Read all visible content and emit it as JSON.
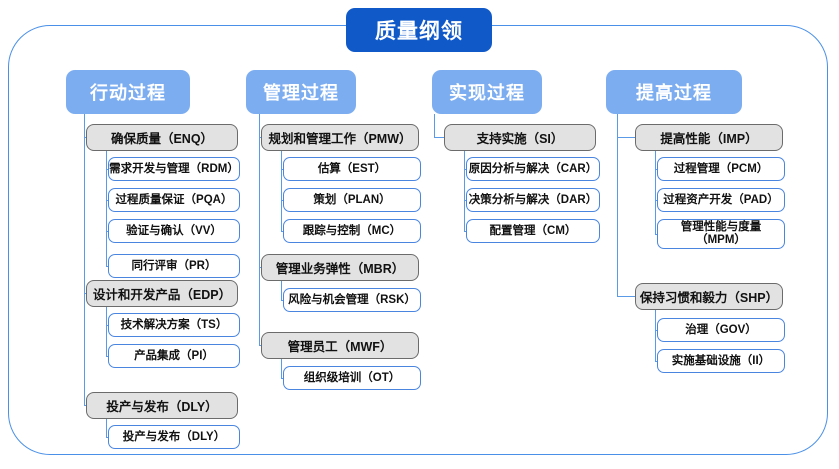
{
  "diagram": {
    "title": "质量纲领",
    "colors": {
      "title_bg": "#1059c8",
      "header_bg": "#7cadf0",
      "group_bg": "#e2e2e2",
      "group_border": "#6b6b6b",
      "leaf_border": "#4a86e0",
      "frame_border": "#4a90e8",
      "connector": "#5a9ae6"
    },
    "columns": [
      {
        "header": "行动过程",
        "groups": [
          {
            "label": "确保质量（ENQ）",
            "children": [
              "需求开发与管理（RDM）",
              "过程质量保证（PQA）",
              "验证与确认（VV）",
              "同行评审（PR）"
            ]
          },
          {
            "label": "设计和开发产品（EDP）",
            "children": [
              "技术解决方案（TS）",
              "产品集成（PI）"
            ]
          },
          {
            "label": "投产与发布（DLY）",
            "children": [
              "投产与发布（DLY）"
            ]
          }
        ]
      },
      {
        "header": "管理过程",
        "groups": [
          {
            "label": "规划和管理工作（PMW）",
            "children": [
              "估算（EST）",
              "策划（PLAN）",
              "跟踪与控制（MC）"
            ]
          },
          {
            "label": "管理业务弹性（MBR）",
            "children": [
              "风险与机会管理（RSK）"
            ]
          },
          {
            "label": "管理员工（MWF）",
            "children": [
              "组织级培训（OT）"
            ]
          }
        ]
      },
      {
        "header": "实现过程",
        "groups": [
          {
            "label": "支持实施（SI）",
            "children": [
              "原因分析与解决（CAR）",
              "决策分析与解决（DAR）",
              "配置管理（CM）"
            ]
          }
        ]
      },
      {
        "header": "提高过程",
        "groups": [
          {
            "label": "提高性能（IMP）",
            "children": [
              "过程管理（PCM）",
              "过程资产开发（PAD）",
              "管理性能与度量\n（MPM）"
            ]
          },
          {
            "label": "保持习惯和毅力（SHP）",
            "children": [
              "治理（GOV）",
              "实施基础设施（II）"
            ]
          }
        ]
      }
    ]
  }
}
